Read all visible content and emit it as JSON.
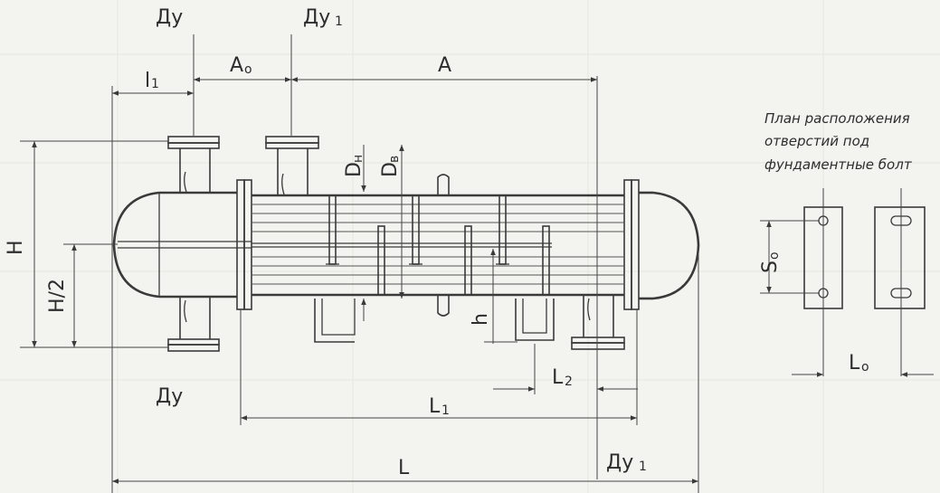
{
  "labels": {
    "du_top": "Ду",
    "du1_top": "Ду",
    "du1_top_sub": "1",
    "a0": "А",
    "a0_sub": "о",
    "a": "А",
    "l1_top": "l",
    "l1_top_sub": "1",
    "dn": "D",
    "dn_sub": "н",
    "dv": "D",
    "dv_sub": "в",
    "h_total": "Н",
    "h_half": "Н/2",
    "du_bottom": "Ду",
    "h_small": "h",
    "l2": "L",
    "l2_sub": "2",
    "l1": "L",
    "l1_sub": "1",
    "du1_bottom": "Ду",
    "du1_bottom_sub": "1",
    "l_total": "L",
    "s0": "S",
    "s0_sub": "о",
    "l0": "L",
    "l0_sub": "о"
  },
  "note": {
    "line1": "План расположения",
    "line2": "отверстий под",
    "line3": "фундаментные болт"
  }
}
